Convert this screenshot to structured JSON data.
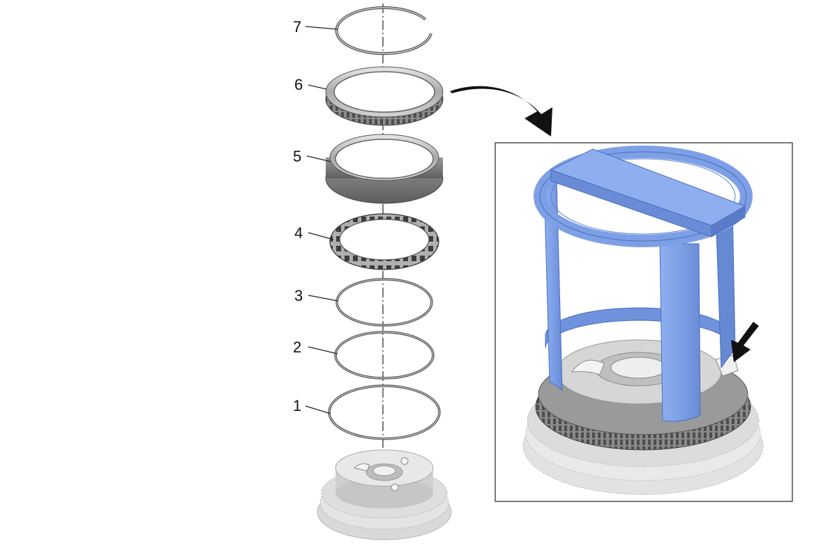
{
  "callouts": [
    {
      "id": "7",
      "label": "7"
    },
    {
      "id": "6",
      "label": "6"
    },
    {
      "id": "5",
      "label": "5"
    },
    {
      "id": "4",
      "label": "4"
    },
    {
      "id": "3",
      "label": "3"
    },
    {
      "id": "2",
      "label": "2"
    },
    {
      "id": "1",
      "label": "1"
    }
  ],
  "detail_view": {
    "tool_color": "#7a9ee8",
    "arrow_color": "#111111"
  },
  "parts_color": "#b8b8b8"
}
